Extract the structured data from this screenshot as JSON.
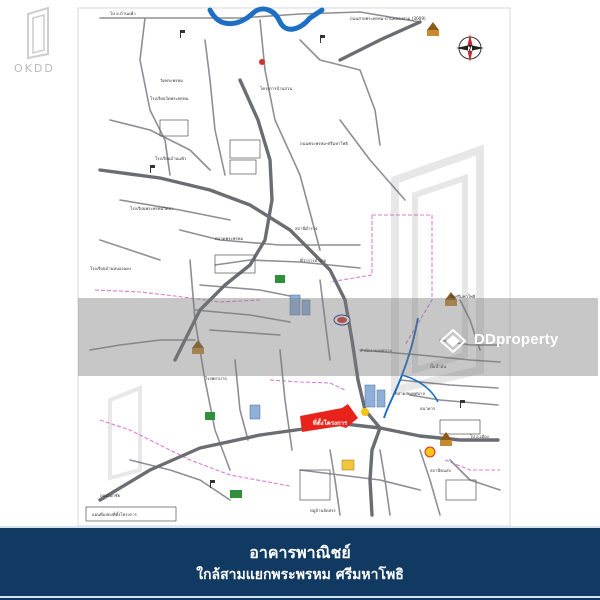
{
  "map": {
    "road_labels": [
      "ไป อ.บ้านแพ้ว",
      "ถนนสายพระพรหม-บ้านคลองสาม (3009)",
      "โรงเรียนวัดพระพรหม",
      "โรงเรียนบ้านแพ้ว",
      "ถนนพระพรหม-ศรีมหาโพธิ",
      "ถนนเอกชัย",
      "ไป อ.เมือง"
    ],
    "poi_labels": [
      "โรงเรียนพระพรหมวิทยา",
      "โครงการบ้านสวน",
      "วัดพระพรหม",
      "โรงพยาบาล",
      "ตลาดพระพรหม",
      "สถานีตำรวจ",
      "ที่ว่าการอำเภอ",
      "โรงเรียนบ้านหนองแดง",
      "วัดศรีมหาโพธิ",
      "ตลาดสดเทศบาล",
      "ปั๊มน้ำมัน",
      "ธนาคาร",
      "สถานีขนส่ง",
      "หมู่บ้านจัดสรร",
      "สำนักงานเทศบาล"
    ],
    "site_marker_label": "ที่ตั้งโครงการ",
    "legend_label": "แผนที่แสดงที่ตั้งโครงการ",
    "compass_letter": "N"
  },
  "watermarks": {
    "okdd": "OKDD",
    "ddproperty": "DDproperty"
  },
  "banner": {
    "title": "อาคารพาณิชย์",
    "subtitle": "ใกล้สามแยกพระพรหม ศรีมหาโพธิ"
  },
  "colors": {
    "banner_bg": "#113a63",
    "river": "#1e6fc4",
    "boundary": "#e07bd6",
    "site_marker": "#e8231b",
    "ddproperty_band": "#7a7a7a"
  }
}
